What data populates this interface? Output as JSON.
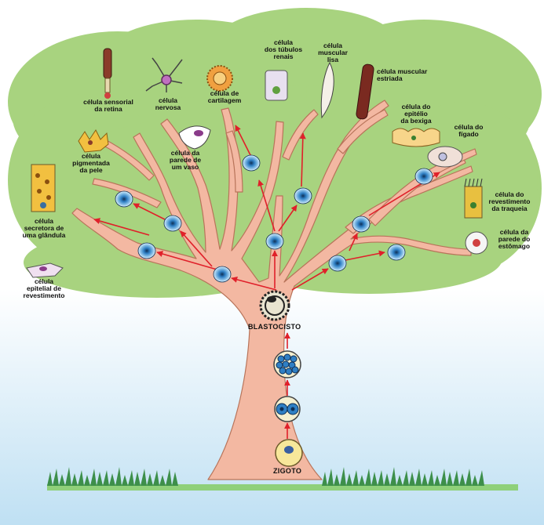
{
  "diagram": {
    "stages": {
      "zygote": "ZIGOTO",
      "blastocyst": "BLASTOCISTO"
    },
    "cells": {
      "retina": "célula sensorial\nda retina",
      "nerve": "célula\nnervosa",
      "cartilage": "célula de\ncartilagem",
      "renal": "célula\ndos túbulos\nrenais",
      "smooth_muscle": "célula\nmuscular\nlisa",
      "striated_muscle": "célula muscular\nestriada",
      "bladder": "célula do\nepitélio\nda bexiga",
      "liver": "célula do\nfígado",
      "trachea": "célula do\nrevestimento\nda traqueia",
      "stomach": "célula da\nparede do\nestômago",
      "pigment": "célula\npigmentada\nda pele",
      "vessel": "célula da\nparede de\num vaso",
      "gland": "célula\nsecretora de\numa glândula",
      "epithelial": "célula\nepitelial de\nrevestimento"
    },
    "colors": {
      "canopy": "#a8d37f",
      "trunk": "#f3b8a2",
      "trunk_outline": "#b8745a",
      "arrow": "#e0202a",
      "sky_top": "#ffffff",
      "sky_bottom": "#bfe0f3",
      "grass": "#3d8f4a",
      "stem_cell": "#2f7fc4"
    }
  }
}
